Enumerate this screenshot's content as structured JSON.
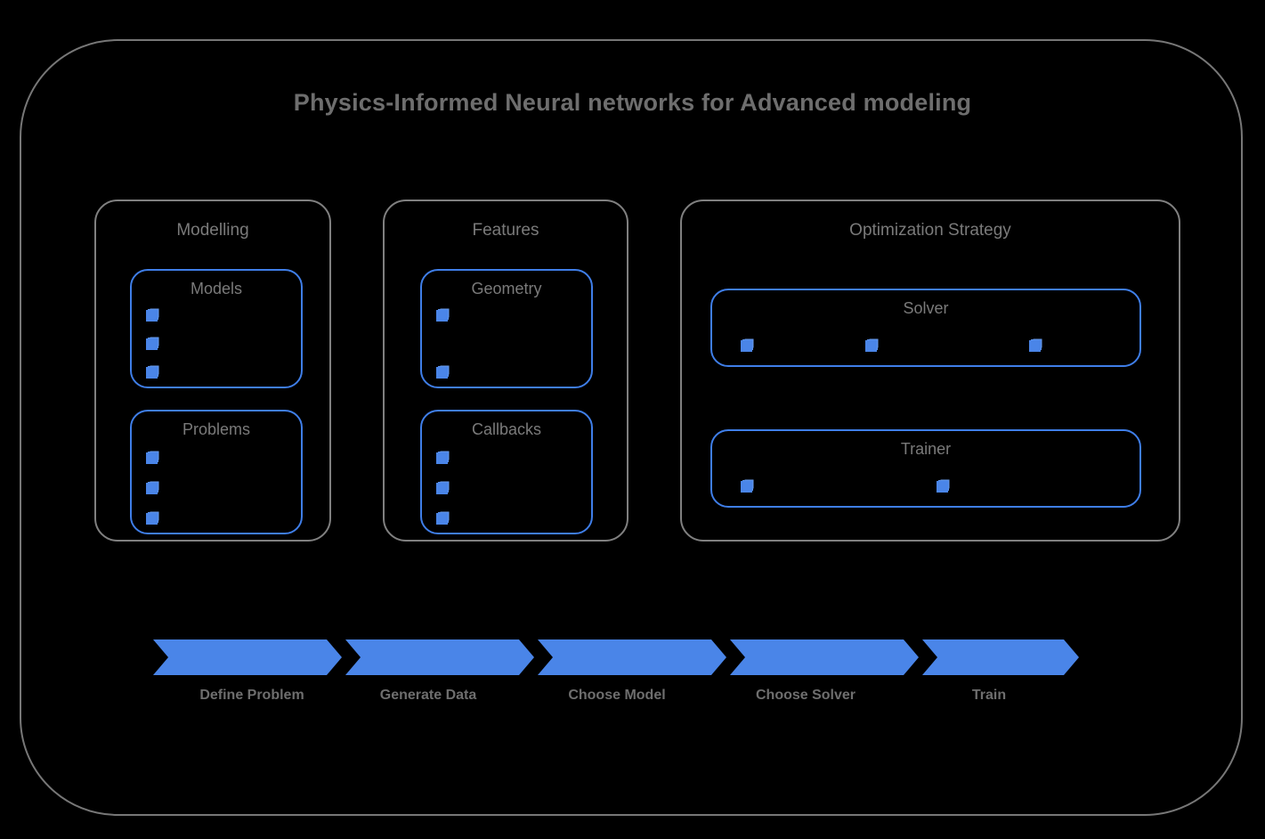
{
  "diagram": {
    "title": "Physics-Informed Neural networks for Advanced modeling",
    "background_color": "#000000",
    "frame_color": "#777777",
    "accent_color": "#4a85e8",
    "text_color": "#6e6e6e"
  },
  "groups": [
    {
      "label": "Modelling",
      "boxes": [
        {
          "label": "Models",
          "marker_count": 3,
          "marker_layout": "vertical"
        },
        {
          "label": "Problems",
          "marker_count": 3,
          "marker_layout": "vertical"
        }
      ]
    },
    {
      "label": "Features",
      "boxes": [
        {
          "label": "Geometry",
          "marker_count": 2,
          "marker_layout": "vertical"
        },
        {
          "label": "Callbacks",
          "marker_count": 3,
          "marker_layout": "vertical"
        }
      ]
    },
    {
      "label": "Optimization Strategy",
      "boxes": [
        {
          "label": "Solver",
          "marker_count": 3,
          "marker_layout": "horizontal"
        },
        {
          "label": "Trainer",
          "marker_count": 2,
          "marker_layout": "horizontal"
        }
      ]
    }
  ],
  "pipeline": {
    "steps": [
      {
        "label": "Define Problem"
      },
      {
        "label": "Generate Data"
      },
      {
        "label": "Choose Model"
      },
      {
        "label": "Choose Solver"
      },
      {
        "label": "Train"
      }
    ]
  }
}
